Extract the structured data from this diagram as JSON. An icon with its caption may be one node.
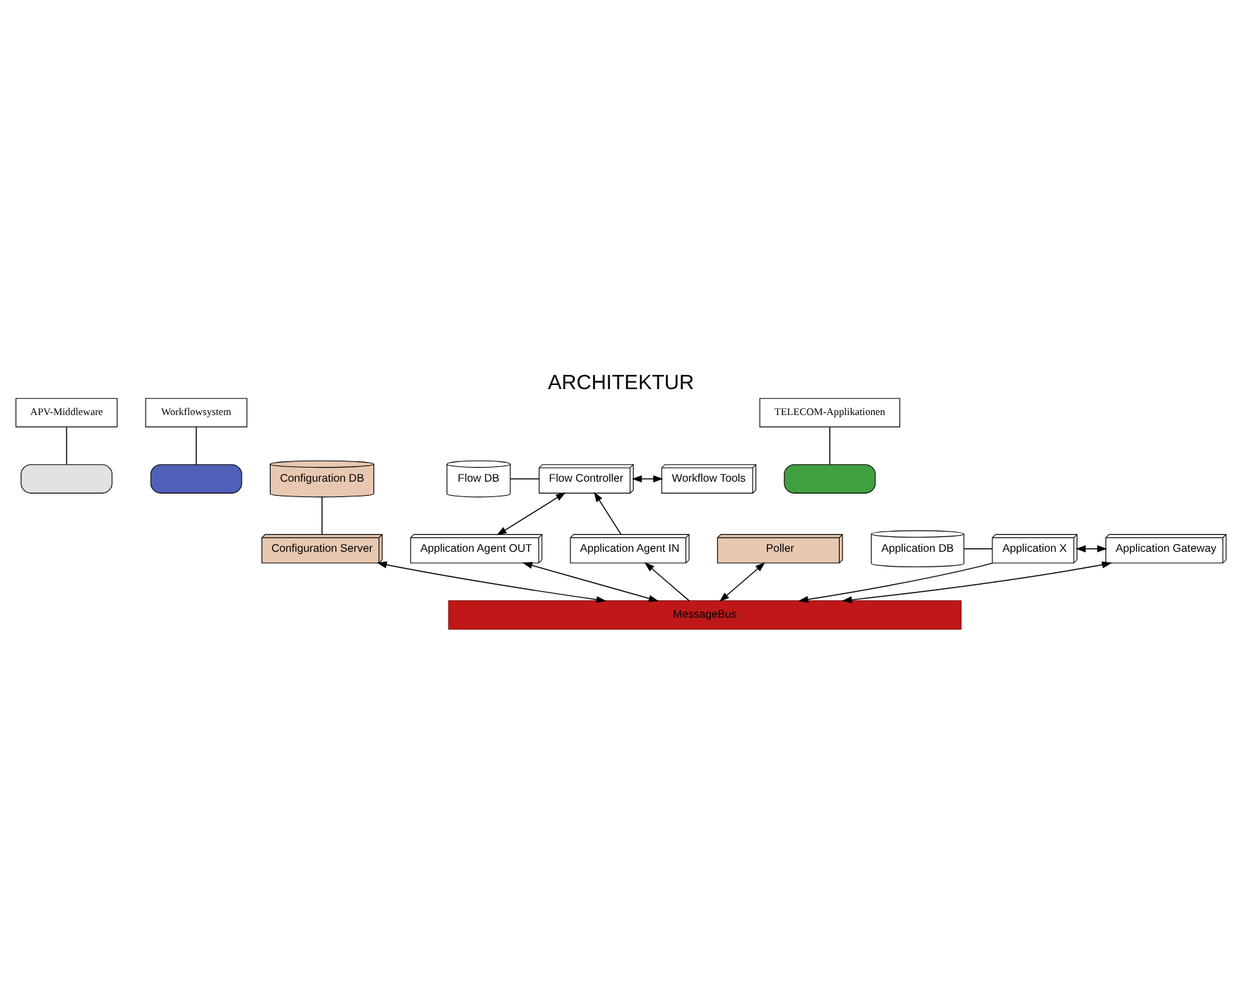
{
  "diagram": {
    "title": "ARCHITEKTUR",
    "nodes": [
      {
        "text": [
          "APV-Middleware"
        ]
      },
      {
        "text": [
          "Workflowsystem"
        ]
      },
      {
        "text": [],
        "shape": "box"
      },
      {
        "text": [],
        "shape": "box"
      },
      {
        "text": [
          "Configuration DB"
        ]
      },
      {
        "text": [
          "Flow DB"
        ]
      },
      {
        "text": [
          "Flow Controller"
        ]
      },
      {
        "text": [
          "Workflow Tools"
        ]
      },
      {
        "text": [
          "Configuration Server"
        ]
      },
      {
        "text": [
          "Application Agent IN"
        ]
      },
      {
        "text": [
          "Application Agent OUT"
        ]
      },
      {
        "text": [
          "Poller"
        ]
      },
      {
        "text": [
          "MessageBus"
        ]
      },
      {
        "text": [],
        "shape": "box"
      },
      {
        "text": [
          "Application DB"
        ]
      },
      {
        "text": [
          "Application X"
        ]
      },
      {
        "text": [
          "Application Gateway"
        ]
      },
      {
        "text": [
          "TELECOM-Applikationen"
        ]
      }
    ],
    "edges": [
      {
        "from": 0,
        "to": 2,
        "arrow": "none"
      },
      {
        "from": 1,
        "to": 3,
        "arrow": "none"
      },
      {
        "from": 4,
        "to": 8,
        "arrow": "none"
      },
      {
        "from": 5,
        "to": 6,
        "arrow": "none"
      },
      {
        "from": 6,
        "to": 7,
        "arrow": "both"
      },
      {
        "from": 9,
        "to": 6,
        "arrow": "to"
      },
      {
        "from": 6,
        "to": 10,
        "arrow": "both"
      },
      {
        "from": 8,
        "to": 12,
        "arrow": "both"
      },
      {
        "from": 12,
        "to": 9,
        "arrow": "to"
      },
      {
        "from": 10,
        "to": 12,
        "arrow": "both"
      },
      {
        "from": 11,
        "to": 12,
        "arrow": "both"
      },
      {
        "from": 15,
        "to": 12,
        "arrow": "to"
      },
      {
        "from": 16,
        "to": 12,
        "arrow": "both"
      },
      {
        "from": 14,
        "to": 15,
        "arrow": "none"
      },
      {
        "from": 15,
        "to": 16,
        "arrow": "both"
      },
      {
        "from": 17,
        "to": 13,
        "arrow": "none"
      }
    ]
  }
}
